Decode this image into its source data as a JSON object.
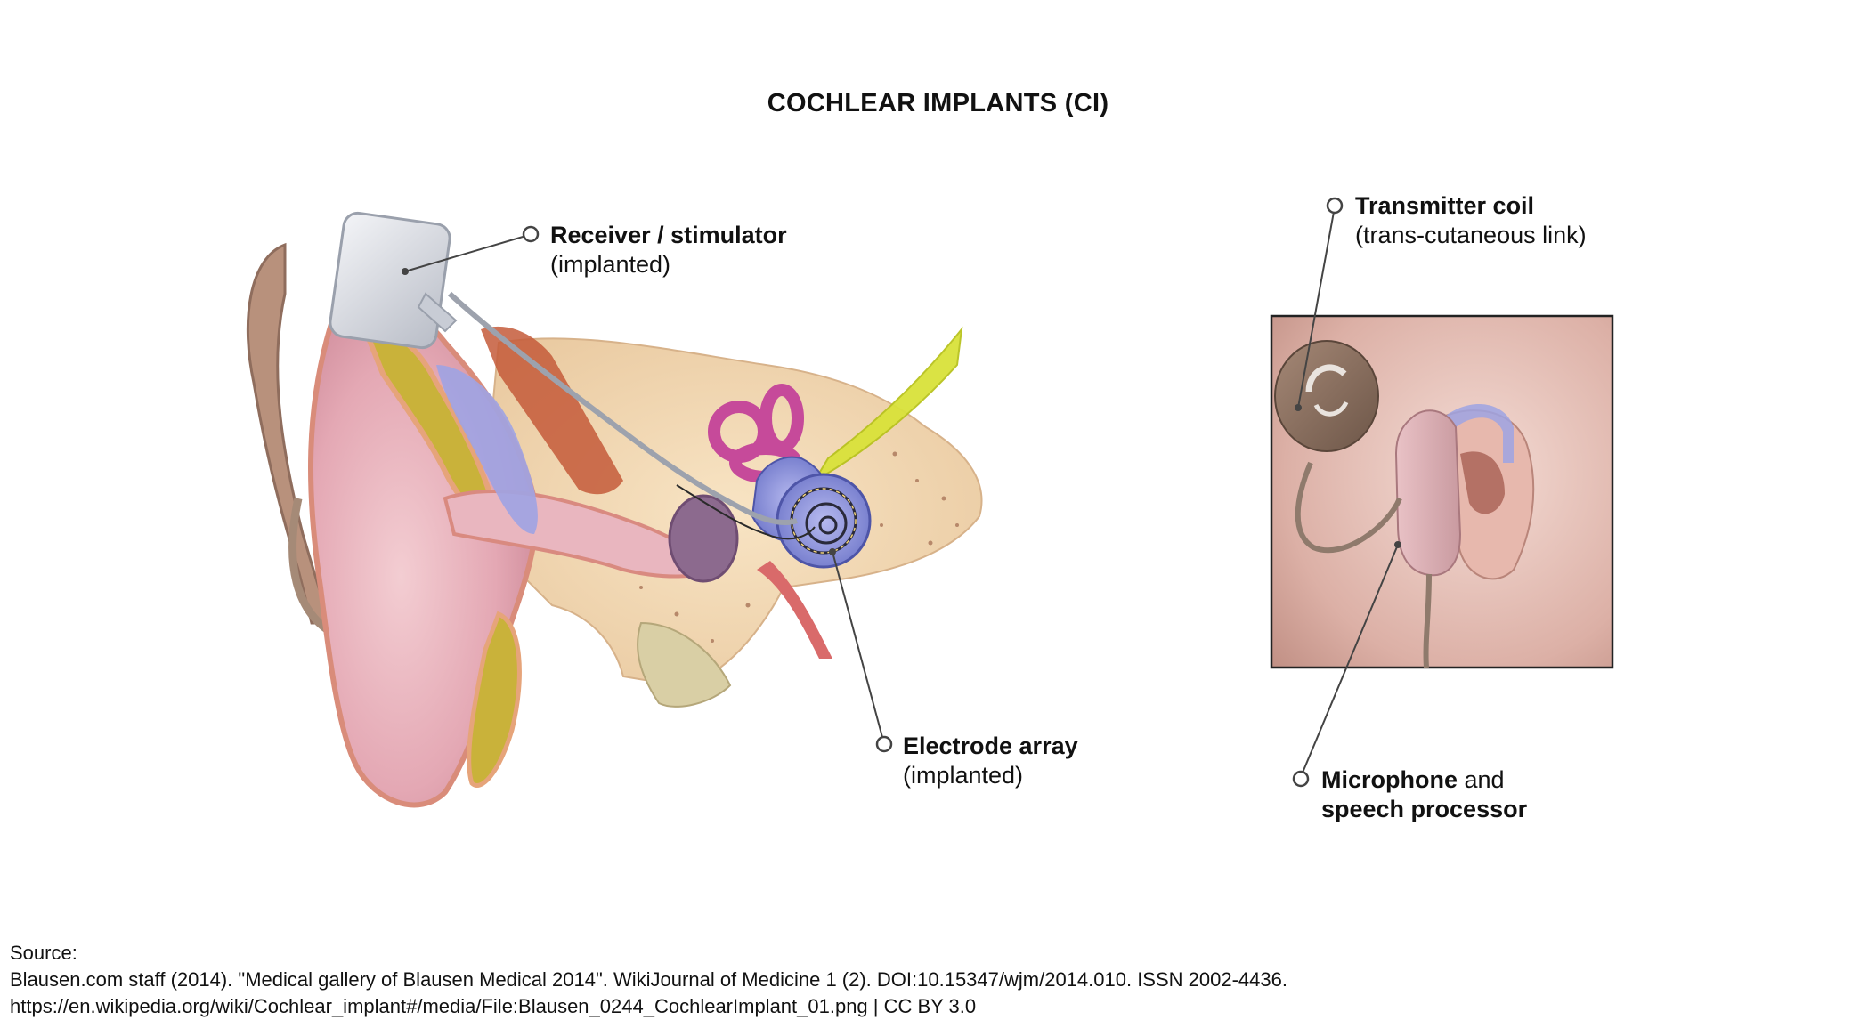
{
  "title": "COCHLEAR IMPLANTS (CI)",
  "labels": {
    "receiver": {
      "line1": "Receiver / stimulator",
      "line2": "(implanted)"
    },
    "electrode": {
      "line1": "Electrode array",
      "line2": "(implanted)"
    },
    "transmitter": {
      "line1": "Transmitter coil",
      "line2": "(trans-cutaneous link)"
    },
    "microphone": {
      "bold1": "Microphone",
      "normal1": " and",
      "bold2": "speech processor"
    }
  },
  "source": {
    "heading": "Source:",
    "citation": "Blausen.com staff (2014). \"Medical gallery of Blausen Medical 2014\". WikiJournal of Medicine 1 (2). DOI:10.15347/wjm/2014.010. ISSN 2002-4436.",
    "url": "https://en.wikipedia.org/wiki/Cochlear_implant#/media/File:Blausen_0244_CochlearImplant_01.png | CC BY 3.0"
  },
  "colors": {
    "skin": "#e7b3bd",
    "bone": "#f2d9b3",
    "fat": "#c9b23a",
    "cochlea": "#8d94d6",
    "canal": "#c64a9a",
    "nerve": "#d9e23a",
    "device": "#8a6e5d",
    "implant": "#d8dbe2"
  }
}
